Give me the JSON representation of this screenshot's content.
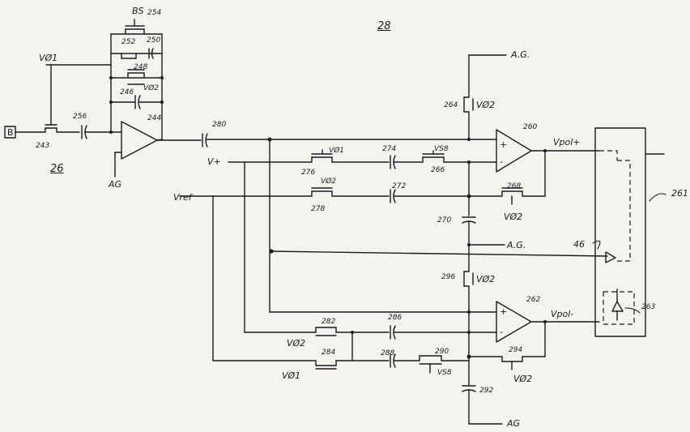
{
  "labels": {
    "ref_28": "28",
    "ref_26": "26",
    "in_B": "B",
    "vphi1_top": "VØ1",
    "ref_243": "243",
    "ref_256": "256",
    "bs": "BS",
    "ref_254": "254",
    "ref_252": "252",
    "ref_250": "250",
    "ref_248": "248",
    "ref_246": "246",
    "vphi2_fb": "VØ2",
    "ref_244": "244",
    "ag_left": "AG",
    "ref_280": "280",
    "vplus": "V+",
    "vref": "Vref",
    "vphi1_276": "VØ1",
    "ref_276": "276",
    "ref_274": "274",
    "vs8_top": "VS8",
    "ref_266": "266",
    "vphi2_278": "VØ2",
    "ref_278": "278",
    "ref_272": "272",
    "ag_top": "A.G.",
    "ref_264": "264",
    "vphi2_264": "VØ2",
    "ref_260": "260",
    "vpol_plus": "Vpol+",
    "ref_268": "268",
    "vphi2_268": "VØ2",
    "ref_270": "270",
    "ag_mid": "A.G.",
    "ref_46": "46",
    "ref_261": "261",
    "ref_296": "296",
    "vphi2_296": "VØ2",
    "ref_262": "262",
    "vpol_minus": "Vpol-",
    "ref_263": "263",
    "ref_282": "282",
    "vphi2_282": "VØ2",
    "ref_286": "286",
    "ref_284": "284",
    "vphi1_284": "VØ1",
    "ref_288": "288",
    "ref_290": "290",
    "vs8_bot": "VS8",
    "ref_294": "294",
    "vphi2_294": "VØ2",
    "ref_292": "292",
    "ag_bot": "AG",
    "plus": "+",
    "minus": "-"
  }
}
